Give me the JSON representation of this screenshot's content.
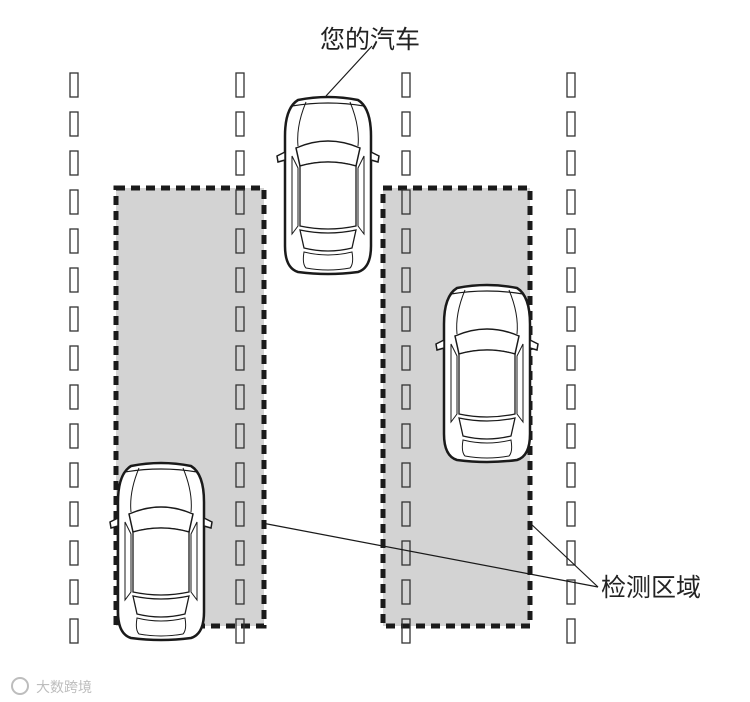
{
  "labels": {
    "your_car": "您的汽车",
    "detection_zone": "检测区域"
  },
  "watermark": {
    "text": "大数跨境"
  },
  "colors": {
    "zone_fill": "#d3d3d3",
    "zone_border": "#1a1a1a",
    "lane_marking": "#333333",
    "car_outline": "#1a1a1a",
    "car_body": "#ffffff"
  }
}
